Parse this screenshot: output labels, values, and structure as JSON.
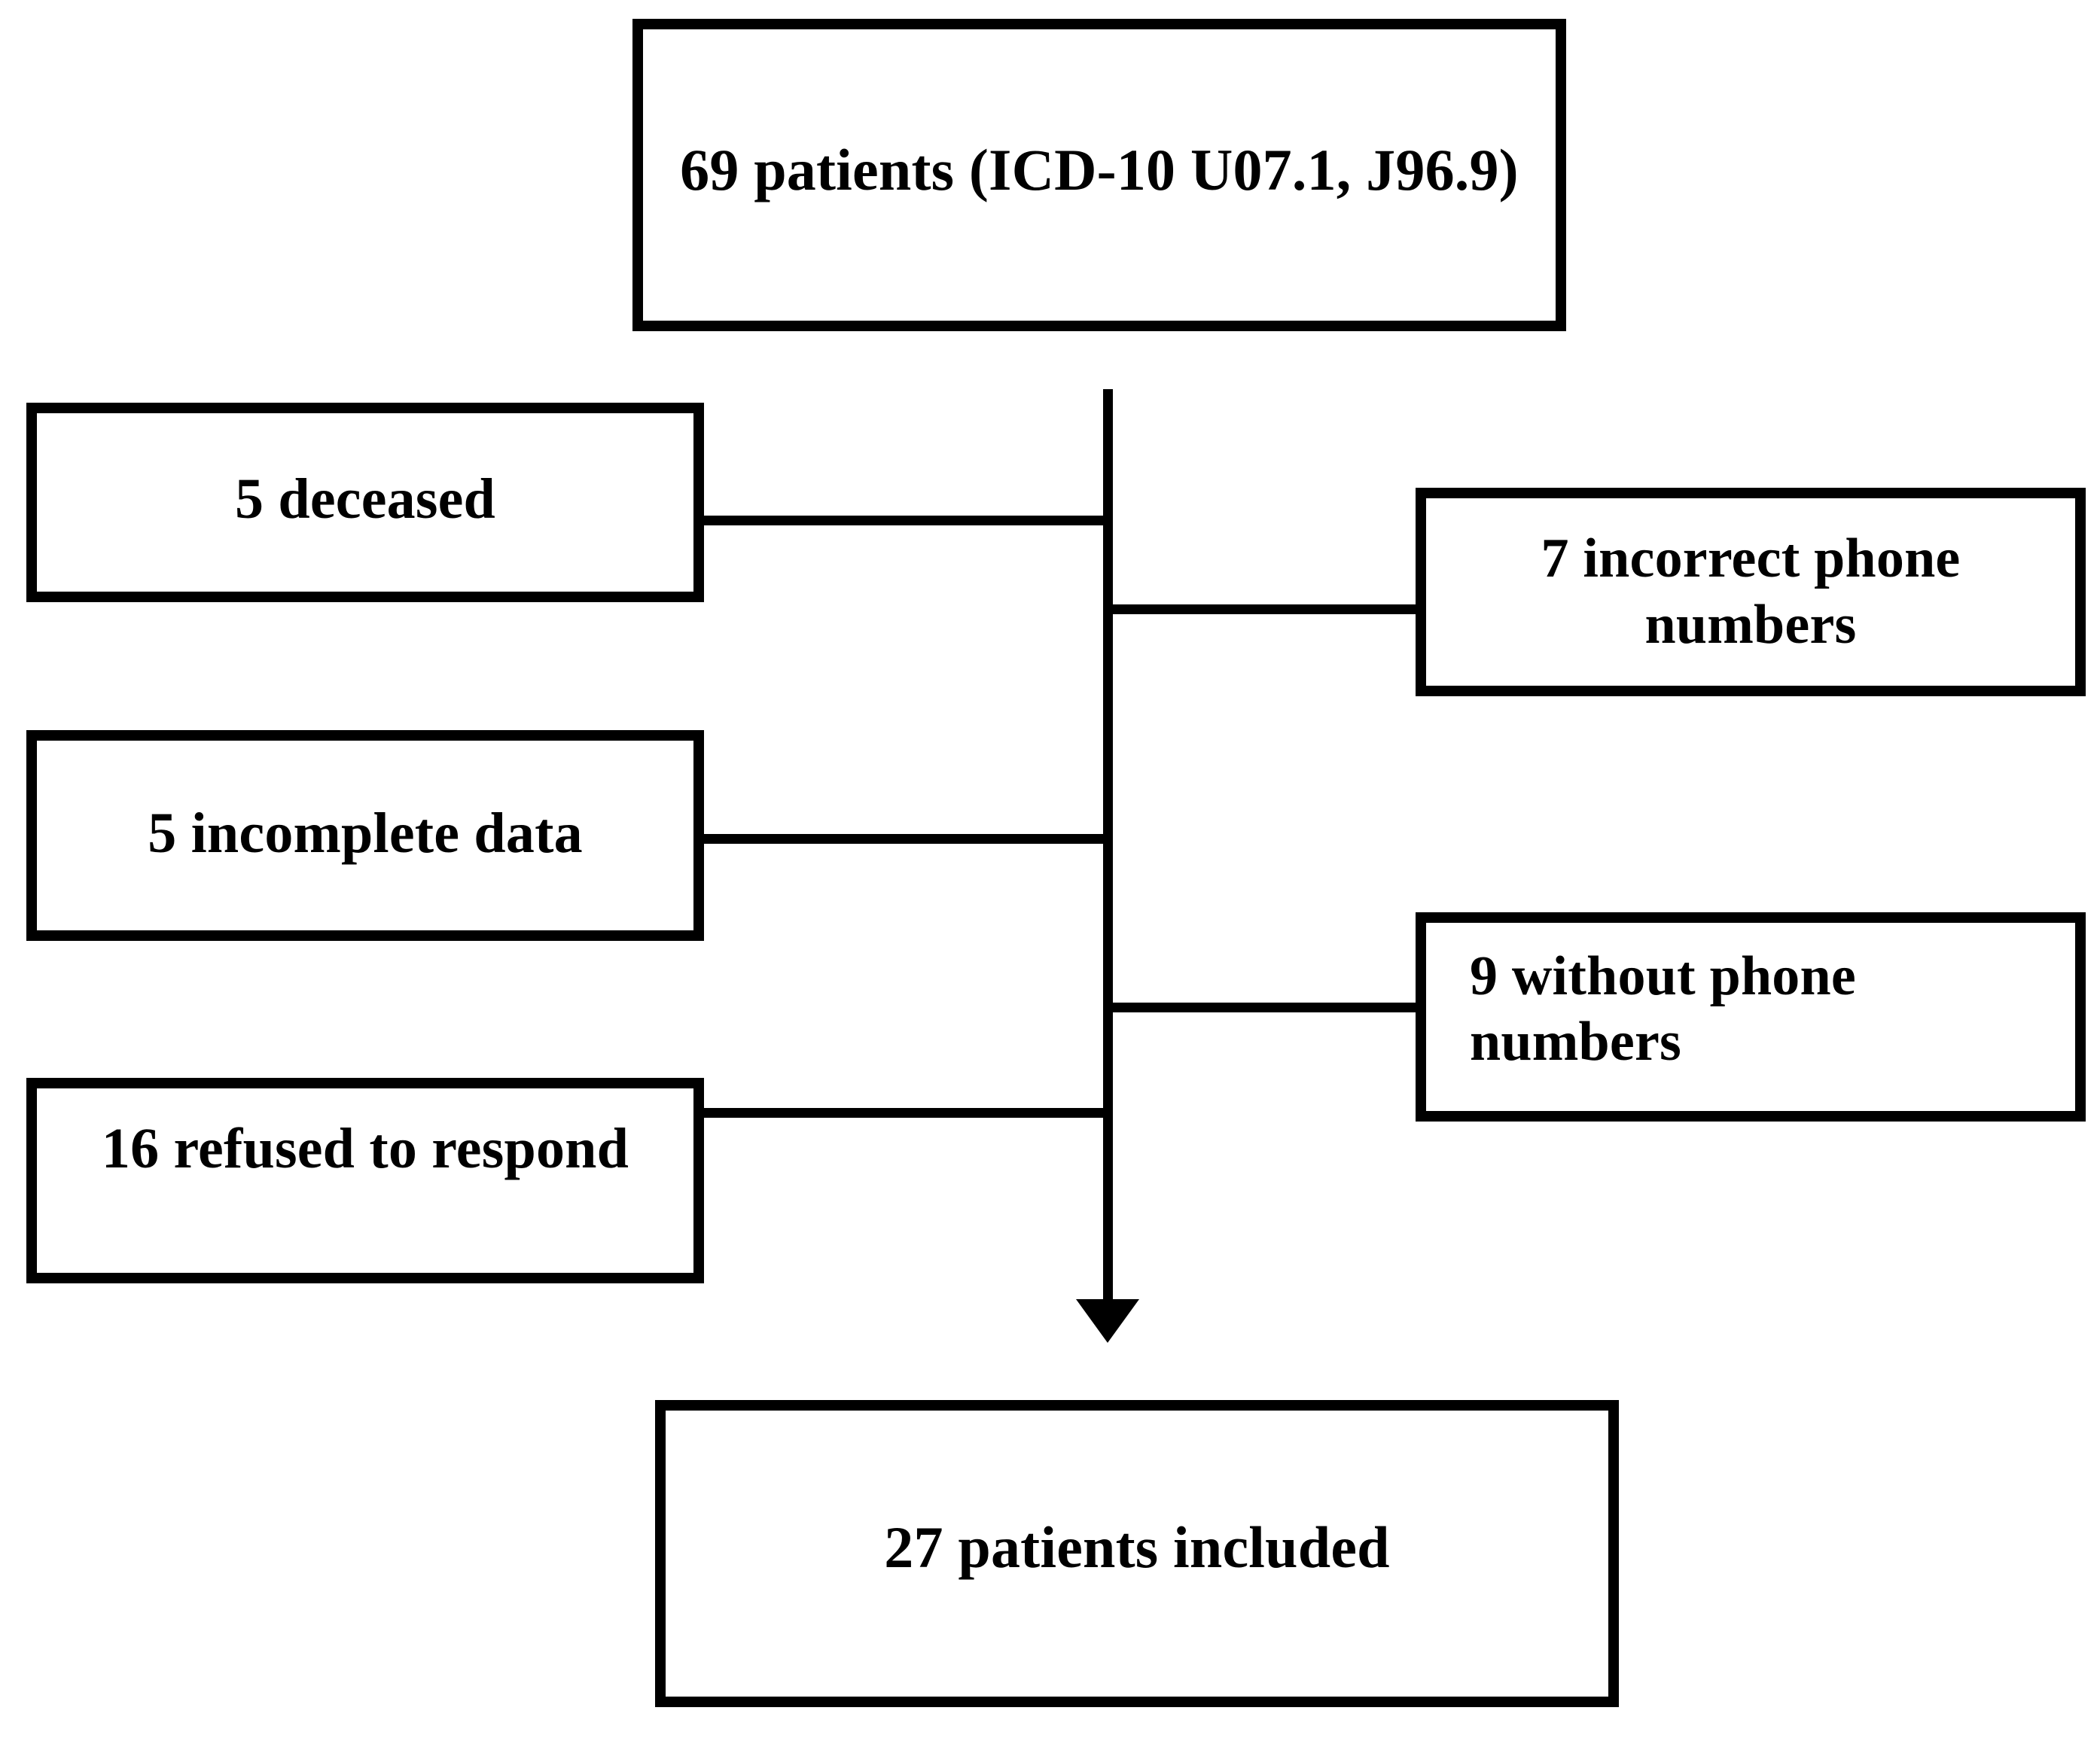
{
  "diagram": {
    "type": "patient-flow-diagram",
    "colors": {
      "stroke": "#000000",
      "fill": "#ffffff",
      "text": "#000000"
    },
    "nodes": {
      "source": {
        "label": "69 patients (ICD-10 U07.1, J96.9)",
        "count": 69,
        "codes": [
          "ICD-10 U07.1",
          "J96.9"
        ]
      },
      "deceased": {
        "label": "5 deceased",
        "count": 5
      },
      "incomplete_data": {
        "label": "5 incomplete data",
        "count": 5
      },
      "refused": {
        "label": "16 refused to respond",
        "count": 16
      },
      "incorrect_phone": {
        "line1": "7 incorrect phone",
        "line2": "numbers",
        "label": "7 incorrect phone numbers",
        "count": 7
      },
      "no_phone": {
        "line1": "9 without phone",
        "line2": "numbers",
        "label": "9 without phone numbers",
        "count": 9
      },
      "included": {
        "label": "27 patients included",
        "count": 27
      }
    },
    "edges": [
      {
        "from": "source",
        "to": "included",
        "kind": "arrow-down"
      },
      {
        "from": "spine",
        "to": "deceased",
        "kind": "exclusion-left"
      },
      {
        "from": "spine",
        "to": "incomplete_data",
        "kind": "exclusion-left"
      },
      {
        "from": "spine",
        "to": "refused",
        "kind": "exclusion-left"
      },
      {
        "from": "spine",
        "to": "incorrect_phone",
        "kind": "exclusion-right"
      },
      {
        "from": "spine",
        "to": "no_phone",
        "kind": "exclusion-right"
      }
    ]
  }
}
